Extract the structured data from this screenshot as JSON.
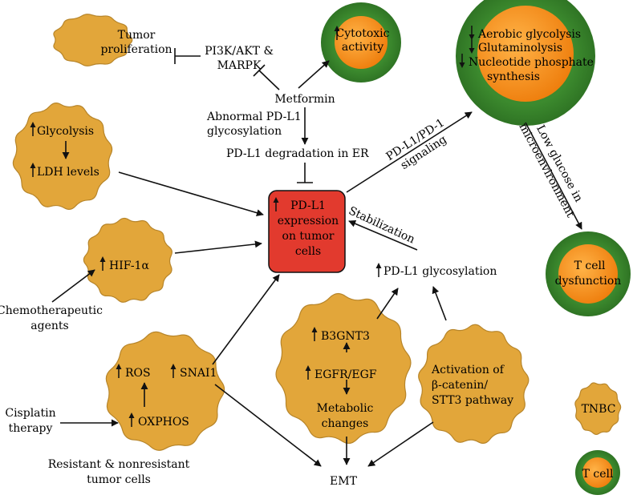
{
  "blobs": {
    "tumor_proliferation": [
      "Tumor",
      "proliferation"
    ],
    "glycolysis": {
      "line1": "Glycolysis",
      "line2": "LDH levels"
    },
    "hif": "HIF-1α",
    "ros_box": {
      "ros": "ROS",
      "snai1": "SNAI1",
      "oxphos": "OXPHOS"
    },
    "b3gnt3_box": {
      "b3gnt3": "B3GNT3",
      "egfr": "EGFR/EGF",
      "metabolic": [
        "Metabolic",
        "changes"
      ]
    },
    "activation": [
      "Activation of",
      "β-catenin/",
      "STT3 pathway"
    ]
  },
  "cells": {
    "cytotoxic": [
      "Cytotoxic",
      "activity"
    ],
    "aerobic": [
      "Aerobic glycolysis",
      "Glutaminolysis",
      "Nucleotide phosphate",
      "synthesis"
    ],
    "tcell_dysfunction": [
      "T cell",
      "dysfunction"
    ]
  },
  "center_box": [
    "PD-L1",
    "expression",
    "on tumor",
    "cells"
  ],
  "labels": {
    "pi3k": [
      "PI3K/AKT &",
      "MARPK"
    ],
    "metformin": "Metformin",
    "abnormal": [
      "Abnormal PD-L1",
      "glycosylation"
    ],
    "degradation": "PD-L1 degradation in ER",
    "pdl1_signaling": [
      "PD-L1/PD-1",
      "signaling"
    ],
    "low_glucose": [
      "Low glucose in",
      "microenvironment"
    ],
    "stabilization": "Stabilization",
    "pdl1_glyco": "PD-L1 glycosylation",
    "chemo": [
      "Chemotherapeutic",
      "agents"
    ],
    "cisplatin": [
      "Cisplatin",
      "therapy"
    ],
    "resistant": [
      "Resistant & nonresistant",
      "tumor cells"
    ],
    "emt": "EMT"
  },
  "legend": {
    "tnbc": "TNBC",
    "tcell": "T cell"
  },
  "colors": {
    "blob_fill": "#e2a63a",
    "blob_stroke": "#b7852a",
    "cell_outer": "#3c8a2e",
    "cell_inner": "#f08a14",
    "center_fill": "#e23a2e",
    "line": "#111111"
  }
}
